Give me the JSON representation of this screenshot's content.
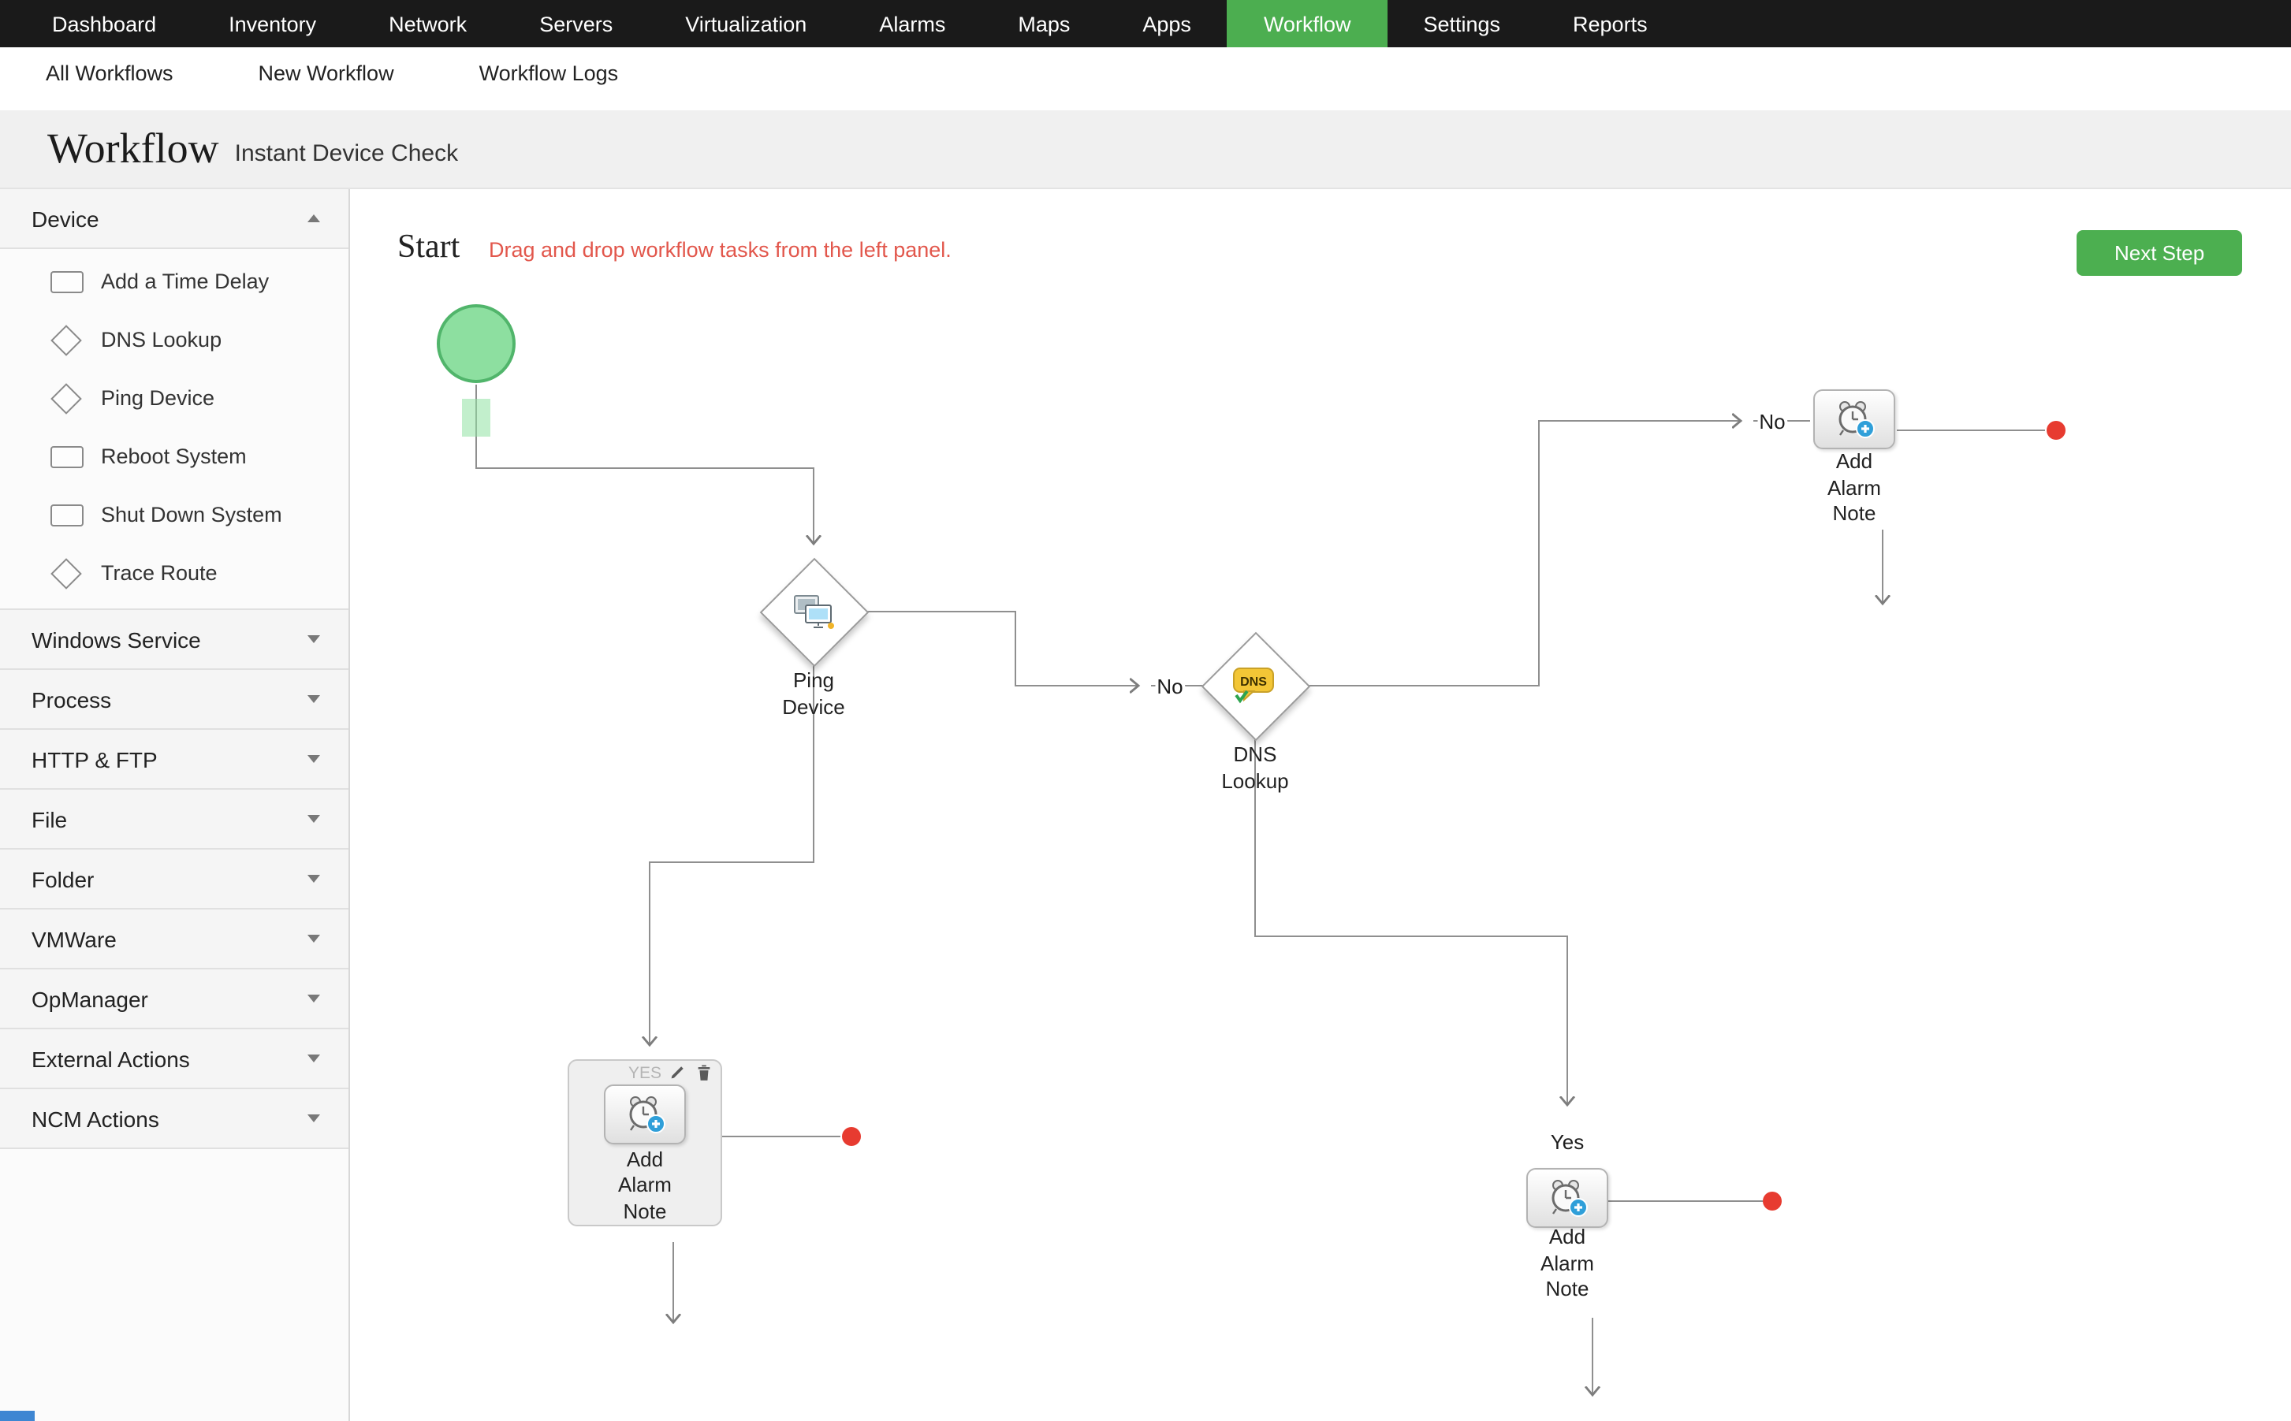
{
  "topnav": {
    "items": [
      "Dashboard",
      "Inventory",
      "Network",
      "Servers",
      "Virtualization",
      "Alarms",
      "Maps",
      "Apps",
      "Workflow",
      "Settings",
      "Reports"
    ],
    "active_item": "Workflow"
  },
  "subnav": {
    "items": [
      "All Workflows",
      "New Workflow",
      "Workflow Logs"
    ]
  },
  "header": {
    "title": "Workflow",
    "subtitle": "Instant Device Check"
  },
  "sidebar": {
    "device": {
      "label": "Device",
      "items": [
        {
          "label": "Add a Time Delay",
          "icon": "rect-task-icon"
        },
        {
          "label": "DNS Lookup",
          "icon": "diamond-task-icon"
        },
        {
          "label": "Ping Device",
          "icon": "diamond-task-icon"
        },
        {
          "label": "Reboot System",
          "icon": "rect-task-icon"
        },
        {
          "label": "Shut Down System",
          "icon": "rect-task-icon"
        },
        {
          "label": "Trace Route",
          "icon": "diamond-task-icon"
        }
      ]
    },
    "categories": [
      "Windows Service",
      "Process",
      "HTTP & FTP",
      "File",
      "Folder",
      "VMWare",
      "OpManager",
      "External Actions",
      "NCM Actions"
    ]
  },
  "canvas": {
    "start_label": "Start",
    "hint": "Drag and drop workflow tasks from the left panel.",
    "next_step_label": "Next Step",
    "nodes": {
      "ping": {
        "line1": "Ping",
        "line2": "Device"
      },
      "dns": {
        "line1": "DNS",
        "line2": "Lookup"
      },
      "alarm_note": {
        "line1": "Add",
        "line2": "Alarm",
        "line3": "Note"
      }
    },
    "edge_labels": {
      "no_ping": "No",
      "no_dns": "No",
      "yes_ping": "YES",
      "yes_dns": "Yes"
    },
    "dns_icon_text": "DNS"
  },
  "colors": {
    "accent_green": "#4caf50",
    "hint_red": "#e2574c",
    "endpoint_red": "#e73b30",
    "start_fill": "#8ddfa0",
    "start_border": "#51b56b",
    "topnav_bg": "#1a1a1a"
  }
}
